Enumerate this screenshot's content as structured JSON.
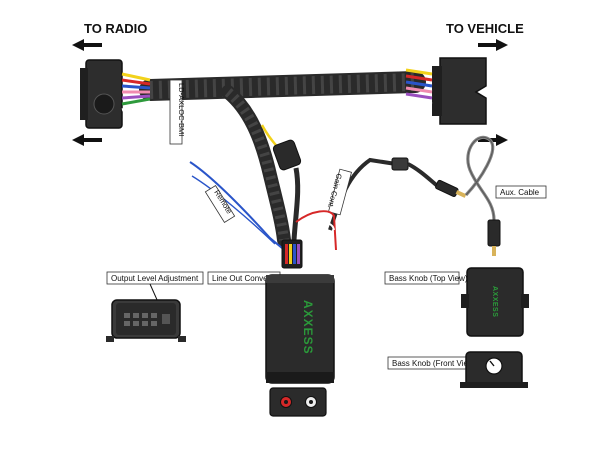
{
  "labels": {
    "to_radio": "TO RADIO",
    "to_vehicle": "TO VEHICLE",
    "harness_part": "LD-AXLOC-BMI",
    "remote": "Remote",
    "gain_cont": "Gain Cont.",
    "aux_cable": "Aux. Cable",
    "output_level": "Output Level Adjustment",
    "line_out": "Line Out Convertor",
    "bass_top": "Bass Knob (Top View)",
    "bass_front": "Bass Knob (Front View)",
    "brand": "AXXESS",
    "brand_sub": "AXXESS"
  },
  "colors": {
    "harness": "#333333",
    "wire_red": "#d62828",
    "wire_yellow": "#f2d21b",
    "wire_blue": "#2a55c9",
    "wire_green": "#2e9a3c",
    "brand_green": "#2b9a3a",
    "rca_red": "#d62828",
    "rca_white": "#eeeeee"
  },
  "icons": {
    "arrow_left": "arrow-left-icon",
    "arrow_right": "arrow-right-icon"
  }
}
